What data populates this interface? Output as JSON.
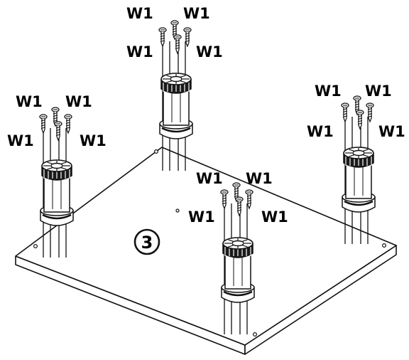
{
  "figure": {
    "step_number": "3",
    "screw_label": "W1",
    "legs": [
      {
        "name": "leg-back",
        "labels": [
          "W1",
          "W1",
          "W1",
          "W1"
        ]
      },
      {
        "name": "leg-left",
        "labels": [
          "W1",
          "W1",
          "W1",
          "W1"
        ]
      },
      {
        "name": "leg-right",
        "labels": [
          "W1",
          "W1",
          "W1",
          "W1"
        ]
      },
      {
        "name": "leg-front",
        "labels": [
          "W1",
          "W1",
          "W1",
          "W1"
        ]
      }
    ]
  },
  "colors": {
    "line": "#111111",
    "background": "#ffffff"
  }
}
